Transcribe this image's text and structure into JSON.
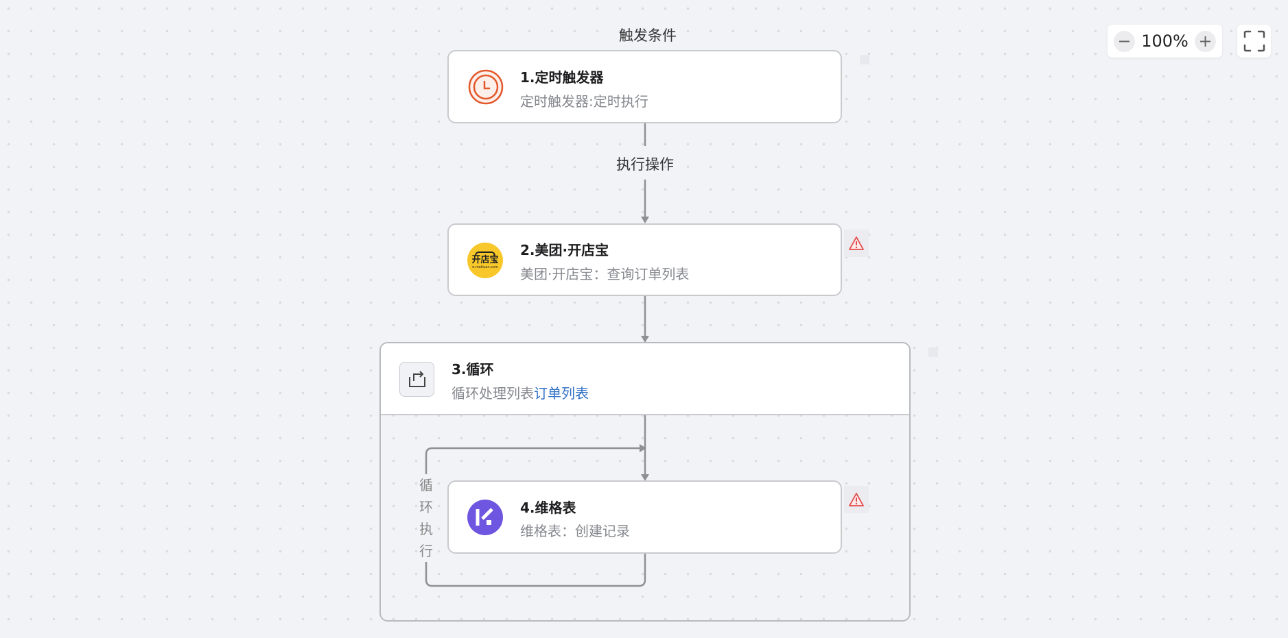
{
  "canvas": {
    "trigger_label": "触发条件",
    "action_label": "执行操作",
    "loop_label": "循环执行"
  },
  "nodes": [
    {
      "title": "1.定时触发器",
      "subtitle": "定时触发器:定时执行",
      "icon": "clock-icon",
      "color": "#e3572a"
    },
    {
      "title": "2.美团·开店宝",
      "subtitle": "美团·开店宝：查询订单列表",
      "icon": "kaidianbao-logo",
      "logo_text": "开店宝",
      "logo_sub": "e.meituan.com",
      "color": "#f8c72a",
      "warning": true
    },
    {
      "title": "3.循环",
      "subtitle_prefix": "循环处理列表",
      "subtitle_link": "订单列表",
      "icon": "loop-icon",
      "link_color": "#2f6fc7"
    },
    {
      "title": "4.维格表",
      "subtitle": "维格表：创建记录",
      "icon": "vika-logo",
      "color": "#6e56e0",
      "warning": true
    }
  ],
  "toolbar": {
    "zoom_level": "100%",
    "zoom_out": "−",
    "zoom_in": "+"
  }
}
